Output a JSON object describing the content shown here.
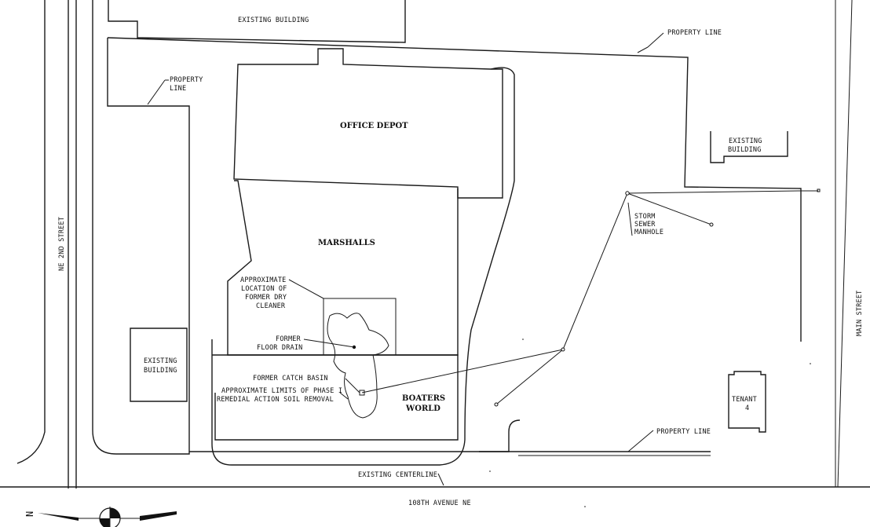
{
  "labels": {
    "existing_building_top": "EXISTING BUILDING",
    "property_line_top_right": "PROPERTY LINE",
    "property_line_left_1": "PROPERTY",
    "property_line_left_2": "LINE",
    "office_depot": "OFFICE DEPOT",
    "existing_building_right_1": "EXISTING",
    "existing_building_right_2": "BUILDING",
    "ne_2nd_street": "NE 2ND STREET",
    "marshalls": "MARSHALLS",
    "storm_sewer_1": "STORM",
    "storm_sewer_2": "SEWER",
    "storm_sewer_3": "MANHOLE",
    "dry_cleaner_1": "APPROXIMATE",
    "dry_cleaner_2": "LOCATION OF",
    "dry_cleaner_3": "FORMER DRY",
    "dry_cleaner_4": "CLEANER",
    "floor_drain_1": "FORMER",
    "floor_drain_2": "FLOOR DRAIN",
    "main_street": "MAIN STREET",
    "existing_building_left_1": "EXISTING",
    "existing_building_left_2": "BUILDING",
    "catch_basin": "FORMER CATCH BASIN",
    "phase1_1": "APPROXIMATE LIMITS OF PHASE I",
    "phase1_2": "REMEDIAL ACTION SOIL REMOVAL",
    "boaters_world_1": "BOATERS",
    "boaters_world_2": "WORLD",
    "tenant_1": "TENANT",
    "tenant_2": "4",
    "property_line_bottom": "PROPERTY LINE",
    "existing_centerline": "EXISTING CENTERLINE",
    "avenue": "108TH AVENUE NE",
    "north": "N"
  }
}
